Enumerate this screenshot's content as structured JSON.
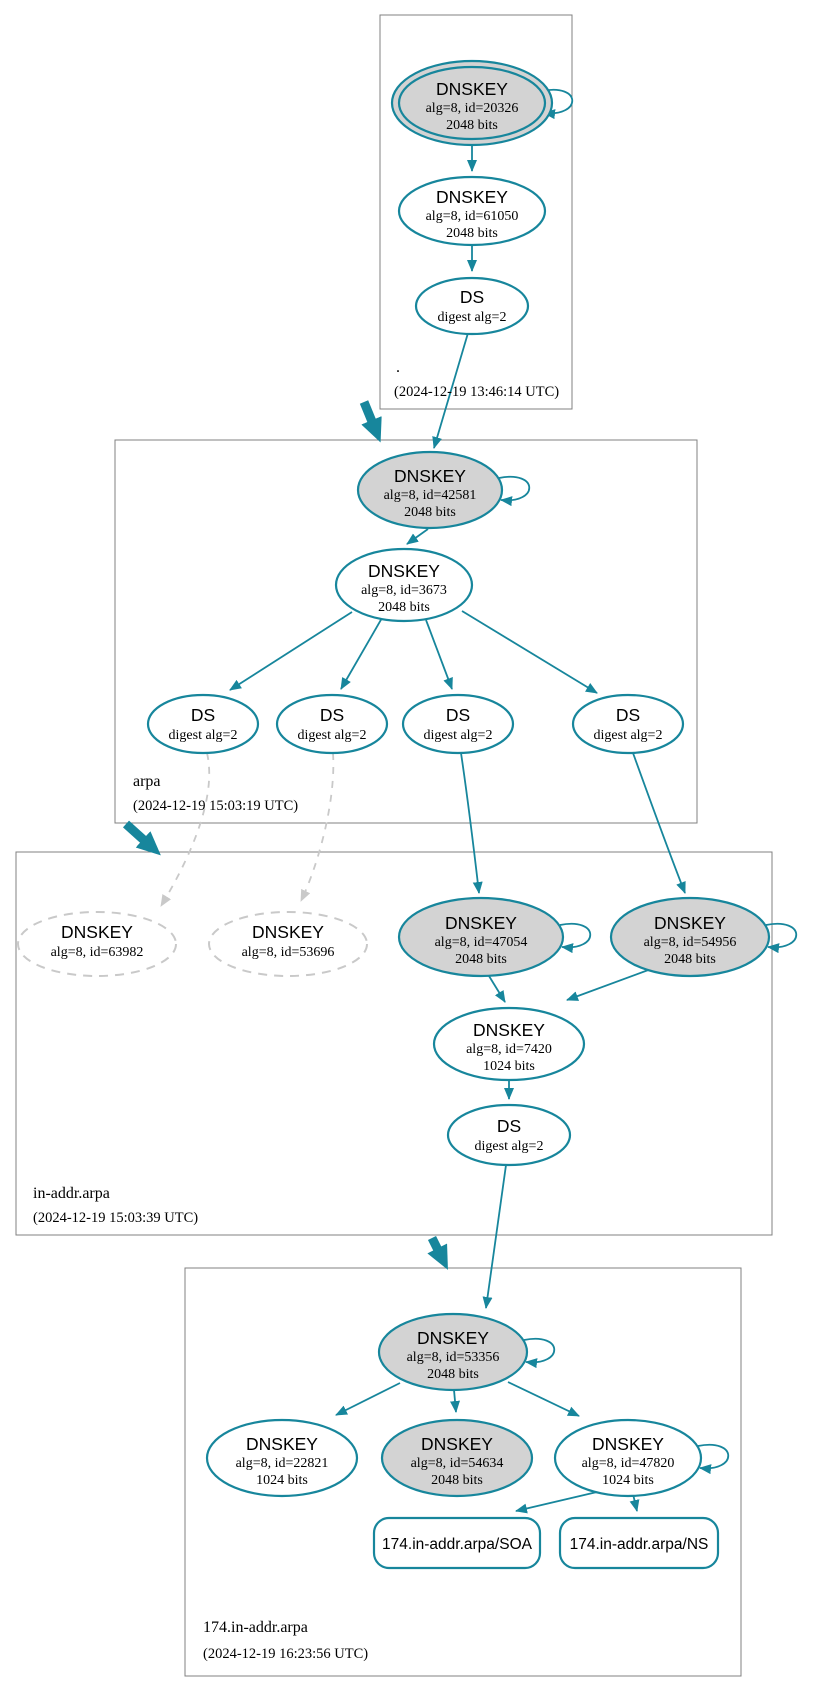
{
  "diagram_type": "dnssec-authentication-chain",
  "colors": {
    "secure_accent": "#17869c",
    "ksk_fill": "#d3d3d3",
    "node_fill": "#ffffff",
    "insecure_gray": "#c9c9c9",
    "zone_border": "#808080",
    "text": "#000000",
    "background": "#ffffff"
  },
  "zones": [
    {
      "name": ".",
      "timestamp": "(2024-12-19 13:46:14 UTC)"
    },
    {
      "name": "arpa",
      "timestamp": "(2024-12-19 15:03:19 UTC)"
    },
    {
      "name": "in-addr.arpa",
      "timestamp": "(2024-12-19 15:03:39 UTC)"
    },
    {
      "name": "174.in-addr.arpa",
      "timestamp": "(2024-12-19 16:23:56 UTC)"
    }
  ],
  "nodes": {
    "root_ksk": {
      "title": "DNSKEY",
      "detail": "alg=8, id=20326",
      "bits": "2048 bits"
    },
    "root_zsk": {
      "title": "DNSKEY",
      "detail": "alg=8, id=61050",
      "bits": "2048 bits"
    },
    "root_ds": {
      "title": "DS",
      "detail": "digest alg=2"
    },
    "arpa_ksk": {
      "title": "DNSKEY",
      "detail": "alg=8, id=42581",
      "bits": "2048 bits"
    },
    "arpa_zsk": {
      "title": "DNSKEY",
      "detail": "alg=8, id=3673",
      "bits": "2048 bits"
    },
    "arpa_ds1": {
      "title": "DS",
      "detail": "digest alg=2"
    },
    "arpa_ds2": {
      "title": "DS",
      "detail": "digest alg=2"
    },
    "arpa_ds3": {
      "title": "DS",
      "detail": "digest alg=2"
    },
    "arpa_ds4": {
      "title": "DS",
      "detail": "digest alg=2"
    },
    "inaddr_63982": {
      "title": "DNSKEY",
      "detail": "alg=8, id=63982"
    },
    "inaddr_53696": {
      "title": "DNSKEY",
      "detail": "alg=8, id=53696"
    },
    "inaddr_47054": {
      "title": "DNSKEY",
      "detail": "alg=8, id=47054",
      "bits": "2048 bits"
    },
    "inaddr_54956": {
      "title": "DNSKEY",
      "detail": "alg=8, id=54956",
      "bits": "2048 bits"
    },
    "inaddr_7420": {
      "title": "DNSKEY",
      "detail": "alg=8, id=7420",
      "bits": "1024 bits"
    },
    "inaddr_ds": {
      "title": "DS",
      "detail": "digest alg=2"
    },
    "t174_53356": {
      "title": "DNSKEY",
      "detail": "alg=8, id=53356",
      "bits": "2048 bits"
    },
    "t174_22821": {
      "title": "DNSKEY",
      "detail": "alg=8, id=22821",
      "bits": "1024 bits"
    },
    "t174_54634": {
      "title": "DNSKEY",
      "detail": "alg=8, id=54634",
      "bits": "2048 bits"
    },
    "t174_47820": {
      "title": "DNSKEY",
      "detail": "alg=8, id=47820",
      "bits": "1024 bits"
    },
    "rrset_soa": {
      "label": "174.in-addr.arpa/SOA"
    },
    "rrset_ns": {
      "label": "174.in-addr.arpa/NS"
    }
  }
}
